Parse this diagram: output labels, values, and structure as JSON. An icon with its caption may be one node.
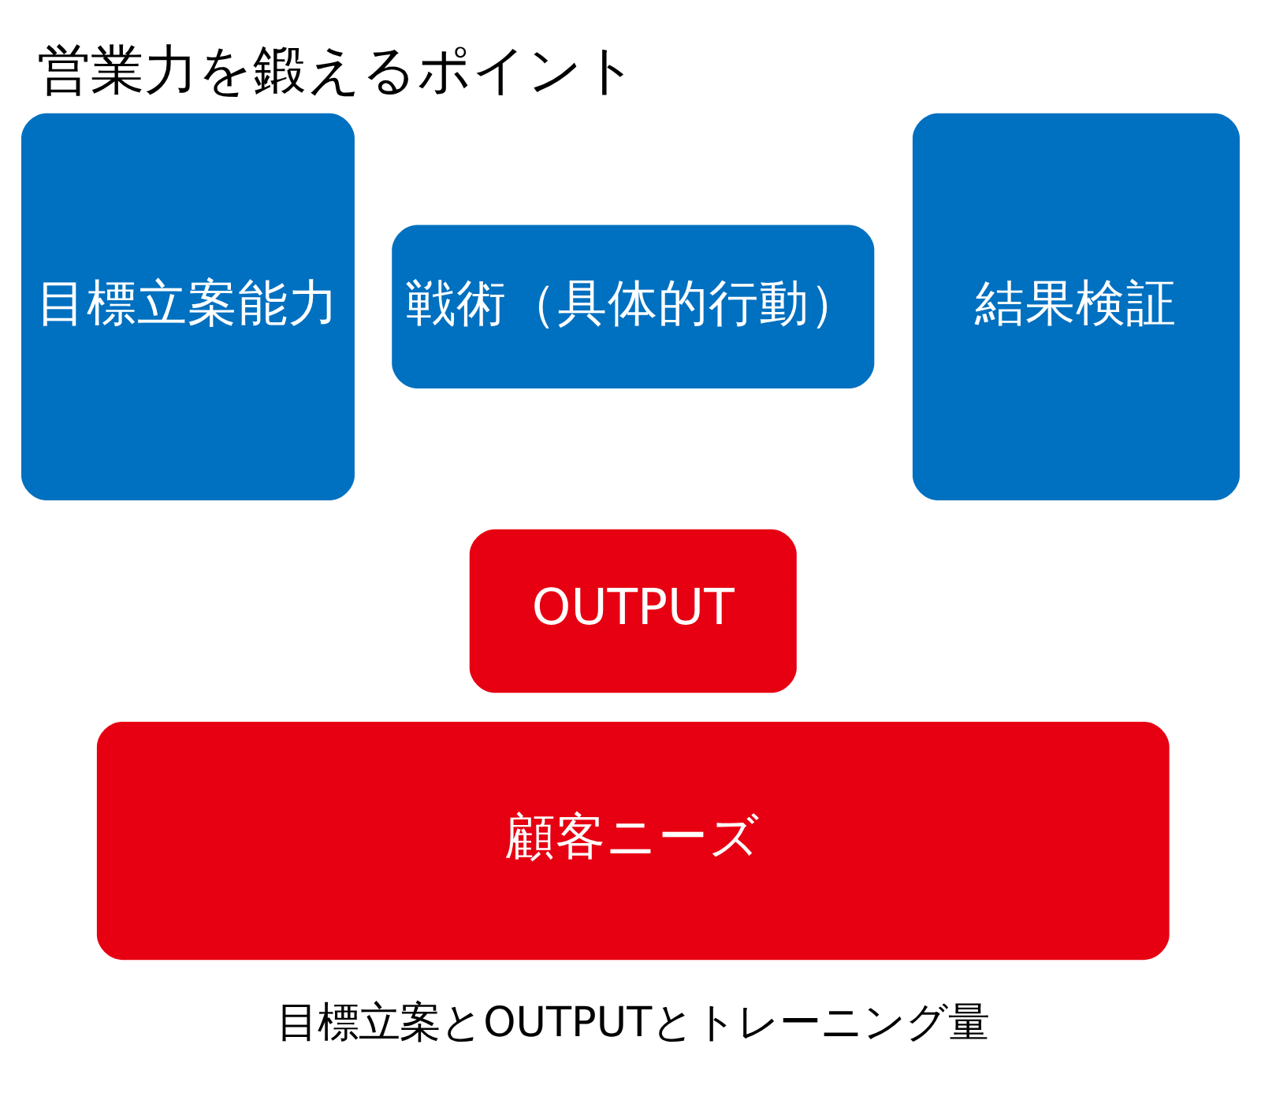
{
  "diagram": {
    "title": "営業力を鍛えるポイント",
    "caption": "目標立案とOUTPUTとトレーニング量",
    "nodes": [
      {
        "text": [
          "目標立案能力"
        ]
      },
      {
        "text": [
          "戦術（具体的行動）"
        ]
      },
      {
        "text": [
          "OUTPUT"
        ]
      },
      {
        "text": [
          "結果検証"
        ]
      },
      {
        "text": [
          "顧客ニーズ"
        ]
      }
    ],
    "edges": []
  }
}
